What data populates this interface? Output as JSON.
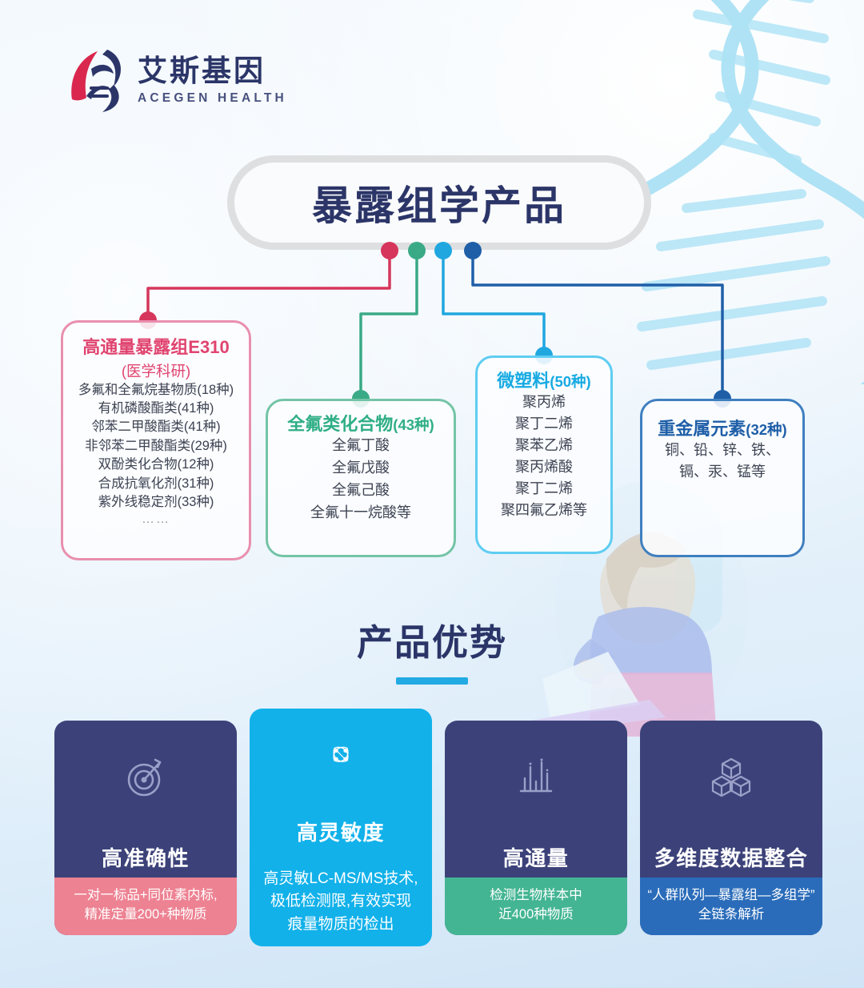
{
  "brand": {
    "logo_icon": "dna-helix-logo-icon",
    "name_cn": "艾斯基因",
    "name_en": "ACEGEN HEALTH"
  },
  "header": {
    "title": "暴露组学产品"
  },
  "colors": {
    "pink": "#e0446f",
    "green": "#2fae86",
    "cyan": "#17aae2",
    "blue": "#1f5fa8",
    "navy": "#3c4279",
    "background": "#e4eff8"
  },
  "nodes": [
    {
      "color": "#d6365c"
    },
    {
      "color": "#3aaa86"
    },
    {
      "color": "#20a7e0"
    },
    {
      "color": "#1f5fa8"
    }
  ],
  "products": [
    {
      "id": "e310",
      "title": "高通量暴露组E310",
      "subtitle": "(医学科研)",
      "count": "",
      "items": [
        "多氟和全氟烷基物质(18种)",
        "有机磷酸酯类(41种)",
        "邻苯二甲酸酯类(41种)",
        "非邻苯二甲酸酯类(29种)",
        "双酚类化合物(12种)",
        "合成抗氧化剂(31种)",
        "紫外线稳定剂(33种)"
      ],
      "more": "……"
    },
    {
      "id": "pfas",
      "title": "全氟类化合物",
      "subtitle": "",
      "count": "(43种)",
      "items": [
        "全氟丁酸",
        "全氟戊酸",
        "全氟己酸",
        "全氟十一烷酸等"
      ],
      "more": ""
    },
    {
      "id": "micro",
      "title": "微塑料",
      "subtitle": "",
      "count": "(50种)",
      "items": [
        "聚丙烯",
        "聚丁二烯",
        "聚苯乙烯",
        "聚丙烯酸",
        "聚丁二烯",
        "聚四氟乙烯等"
      ],
      "more": ""
    },
    {
      "id": "metal",
      "title": "重金属元素",
      "subtitle": "",
      "count": "(32种)",
      "items": [
        "铜、铅、锌、铁、",
        "镉、汞、锰等"
      ],
      "more": ""
    }
  ],
  "section": {
    "title": "产品优势"
  },
  "advantages": [
    {
      "icon": "target-accuracy-icon",
      "name": "高准确性",
      "desc_line1": "一对一标品+同位素内标,",
      "desc_line2": "精准定量200+种物质",
      "desc_line3": ""
    },
    {
      "icon": "molecule-sensitivity-icon",
      "name": "高灵敏度",
      "desc_line1": "高灵敏LC-MS/MS技术,",
      "desc_line2": "极低检测限,有效实现",
      "desc_line3": "痕量物质的检出"
    },
    {
      "icon": "chromatogram-peaks-icon",
      "name": "高通量",
      "desc_line1": "检测生物样本中",
      "desc_line2": "近400种物质",
      "desc_line3": ""
    },
    {
      "icon": "cubes-data-icon",
      "name": "多维度数据整合",
      "desc_line1": "“人群队列—暴露组—多组学”",
      "desc_line2": "全链条解析",
      "desc_line3": ""
    }
  ]
}
